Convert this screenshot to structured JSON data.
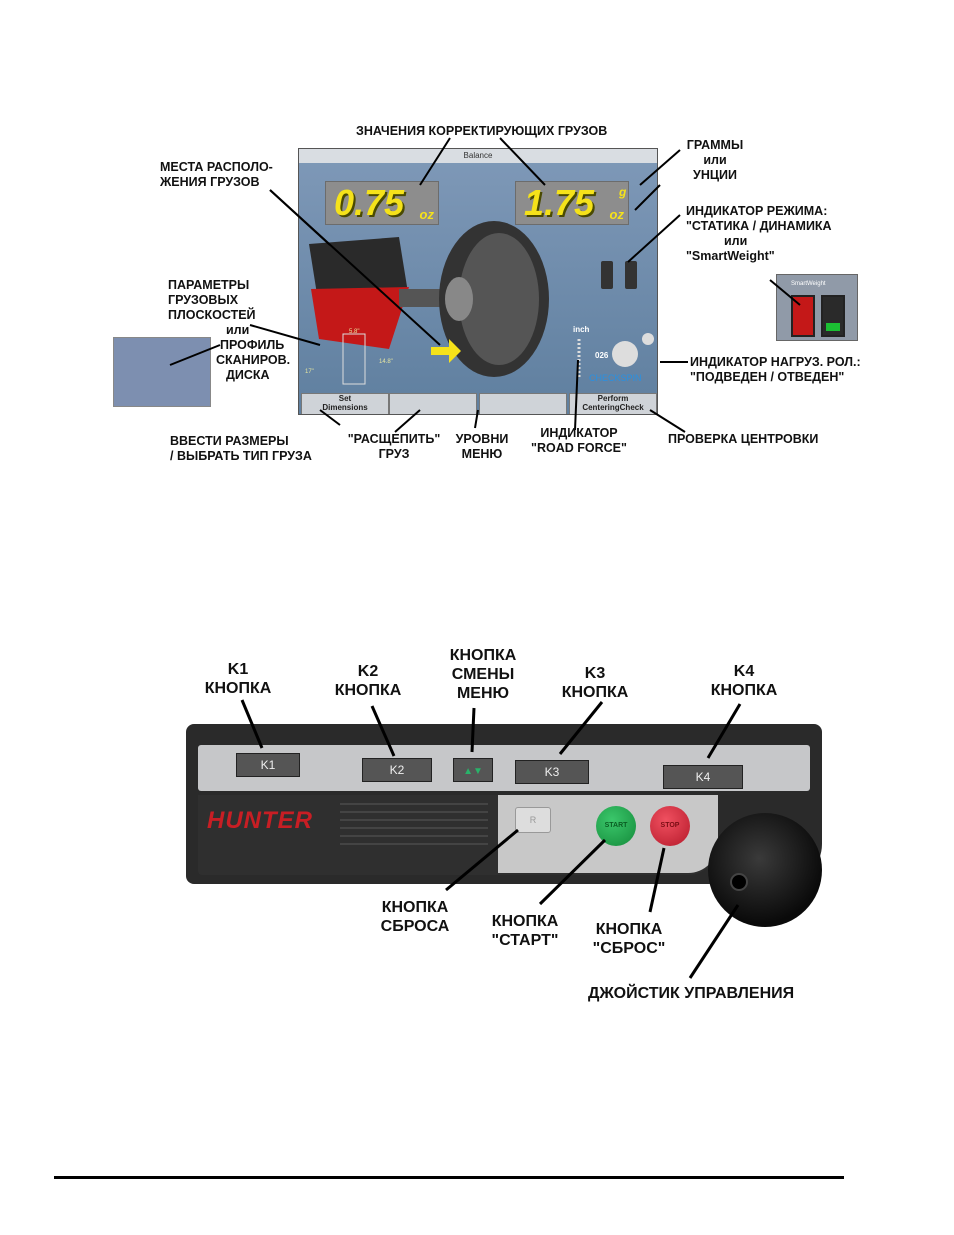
{
  "screen": {
    "title": "Balance",
    "weight_left": {
      "value": "0.75",
      "unit": "oz"
    },
    "weight_right": {
      "value": "1.75",
      "unit": "oz",
      "alt_unit": "g"
    },
    "road_force": {
      "unit": "inch",
      "value": "026"
    },
    "checkspin": "CHECKSPIN",
    "dims": {
      "a": "5.8\"",
      "b": "14.8\"",
      "c": "17\""
    },
    "softkeys": {
      "k1": [
        "Set",
        "Dimensions"
      ],
      "k4": [
        "Perform",
        "CenteringCheck"
      ]
    }
  },
  "smartweight_label": "SmartWeight",
  "top_labels": {
    "correcting_weights": "ЗНАЧЕНИЯ КОРРЕКТИРУЮЩИХ ГРУЗОВ",
    "grams_ounces": [
      "ГРАММЫ",
      "или",
      "УНЦИИ"
    ],
    "weight_locations": [
      "МЕСТА РАСПОЛО-",
      "ЖЕНИЯ ГРУЗОВ"
    ],
    "mode_indicator": [
      "ИНДИКАТОР РЕЖИМА:",
      "\"СТАТИКА / ДИНАМИКА",
      "или",
      "\"SmartWeight\""
    ],
    "plane_params": [
      "ПАРАМЕТРЫ",
      "ГРУЗОВЫХ",
      "ПЛОСКОСТЕЙ",
      "или",
      "ПРОФИЛЬ",
      "СКАНИРОВ.",
      "ДИСКА"
    ],
    "roller_indicator": [
      "ИНДИКАТОР НАГРУЗ. РОЛ.:",
      "\"ПОДВЕДЕН / ОТВЕДЕН\""
    ],
    "enter_dims": [
      "ВВЕСТИ РАЗМЕРЫ",
      "/ ВЫБРАТЬ ТИП ГРУЗА"
    ],
    "split": [
      "\"РАСЩЕПИТЬ\"",
      "ГРУЗ"
    ],
    "menu_levels": [
      "УРОВНИ",
      "МЕНЮ"
    ],
    "road_force_ind": [
      "ИНДИКАТОР",
      "\"ROAD FORCE\""
    ],
    "centering_check": "ПРОВЕРКА ЦЕНТРОВКИ"
  },
  "panel": {
    "keys": {
      "k1": "K1",
      "k2": "K2",
      "k3": "K3",
      "k4": "K4"
    },
    "brand": "HUNTER",
    "start": "START",
    "stop": "STOP",
    "reset_key": "R"
  },
  "bottom_labels": {
    "k1": [
      "K1",
      "КНОПКА"
    ],
    "k2": [
      "K2",
      "КНОПКА"
    ],
    "menu_change": [
      "КНОПКА",
      "СМЕНЫ",
      "МЕНЮ"
    ],
    "k3": [
      "K3",
      "КНОПКА"
    ],
    "k4": [
      "K4",
      "КНОПКА"
    ],
    "reset": [
      "КНОПКА",
      "СБРОСА"
    ],
    "start": [
      "КНОПКА",
      "\"СТАРТ\""
    ],
    "stop": [
      "КНОПКА",
      "\"СБРОС\""
    ],
    "joystick": "ДЖОЙСТИК УПРАВЛЕНИЯ"
  }
}
